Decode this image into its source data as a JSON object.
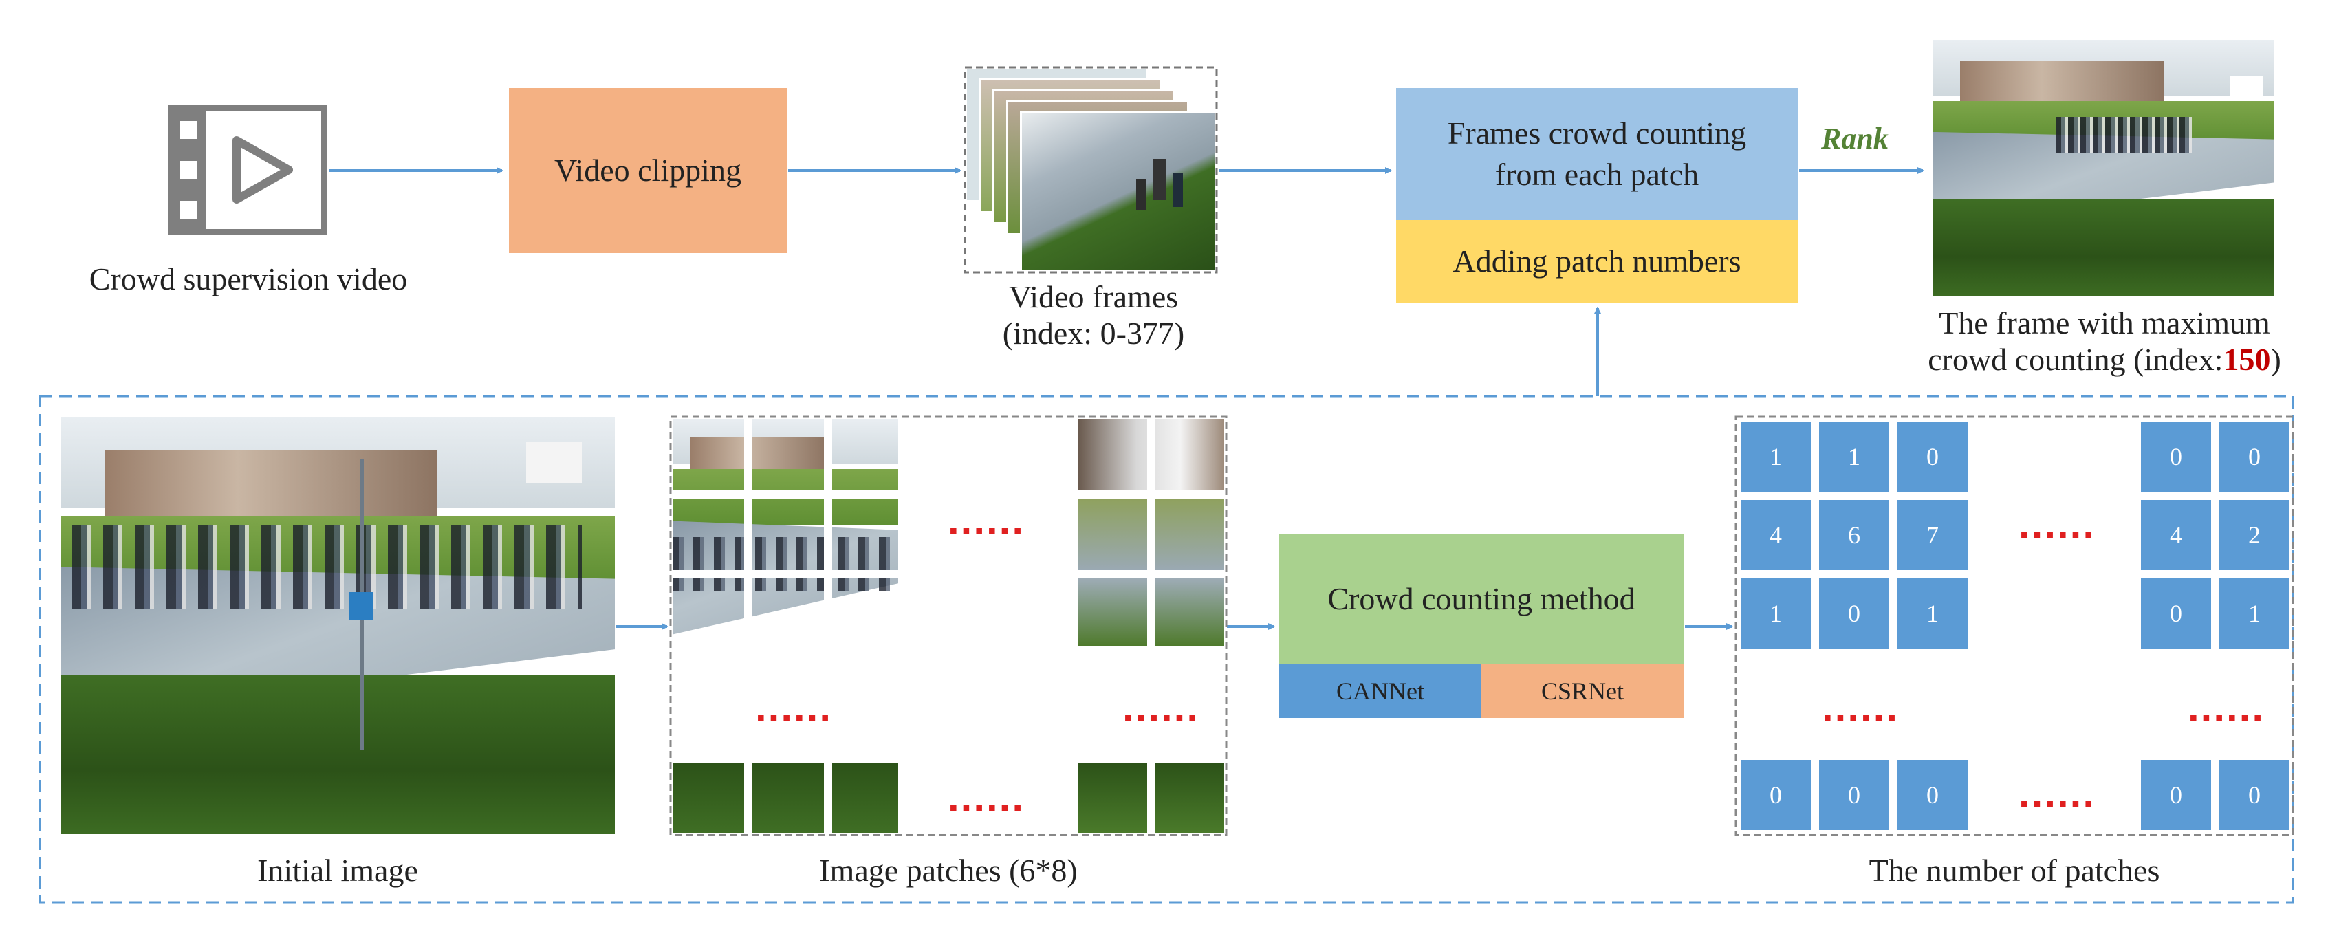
{
  "labels": {
    "crowd_video": "Crowd supervision video",
    "video_clipping": "Video clipping",
    "video_frames_1": "Video frames",
    "video_frames_2": "(index: 0-377)",
    "frames_counting_1": "Frames crowd counting",
    "frames_counting_2": "from each patch",
    "adding_patch": "Adding patch numbers",
    "rank": "Rank",
    "max_frame_1": "The frame with maximum",
    "max_frame_2_pre": "crowd counting (index:",
    "max_frame_index": "150",
    "max_frame_2_post": ")",
    "initial_image": "Initial image",
    "image_patches": "Image patches (6*8)",
    "crowd_method": "Crowd counting method",
    "cannet": "CANNet",
    "csrnet": "CSRNet",
    "num_patches": "The number of patches",
    "ellipsis": "......"
  },
  "patch_counts": {
    "row1_left": [
      "1",
      "1",
      "0"
    ],
    "row1_right": [
      "0",
      "0"
    ],
    "row2_left": [
      "4",
      "6",
      "7"
    ],
    "row2_right": [
      "4",
      "2"
    ],
    "row3_left": [
      "1",
      "0",
      "1"
    ],
    "row3_right": [
      "0",
      "1"
    ],
    "row_last_left": [
      "0",
      "0",
      "0"
    ],
    "row_last_right": [
      "0",
      "0"
    ]
  },
  "colors": {
    "arrow": "#5b9bd5",
    "video_clipping": "#f4b183",
    "frames_counting": "#9dc3e6",
    "adding_patch": "#ffd966",
    "crowd_method": "#a9d18e",
    "cannet": "#5b9bd5",
    "csrnet": "#f4b183",
    "patch_cell": "#5b9bd5",
    "rank": "#548235",
    "highlight": "#c00000",
    "dots": "#e02020"
  },
  "icons": [
    "video-play-icon"
  ]
}
